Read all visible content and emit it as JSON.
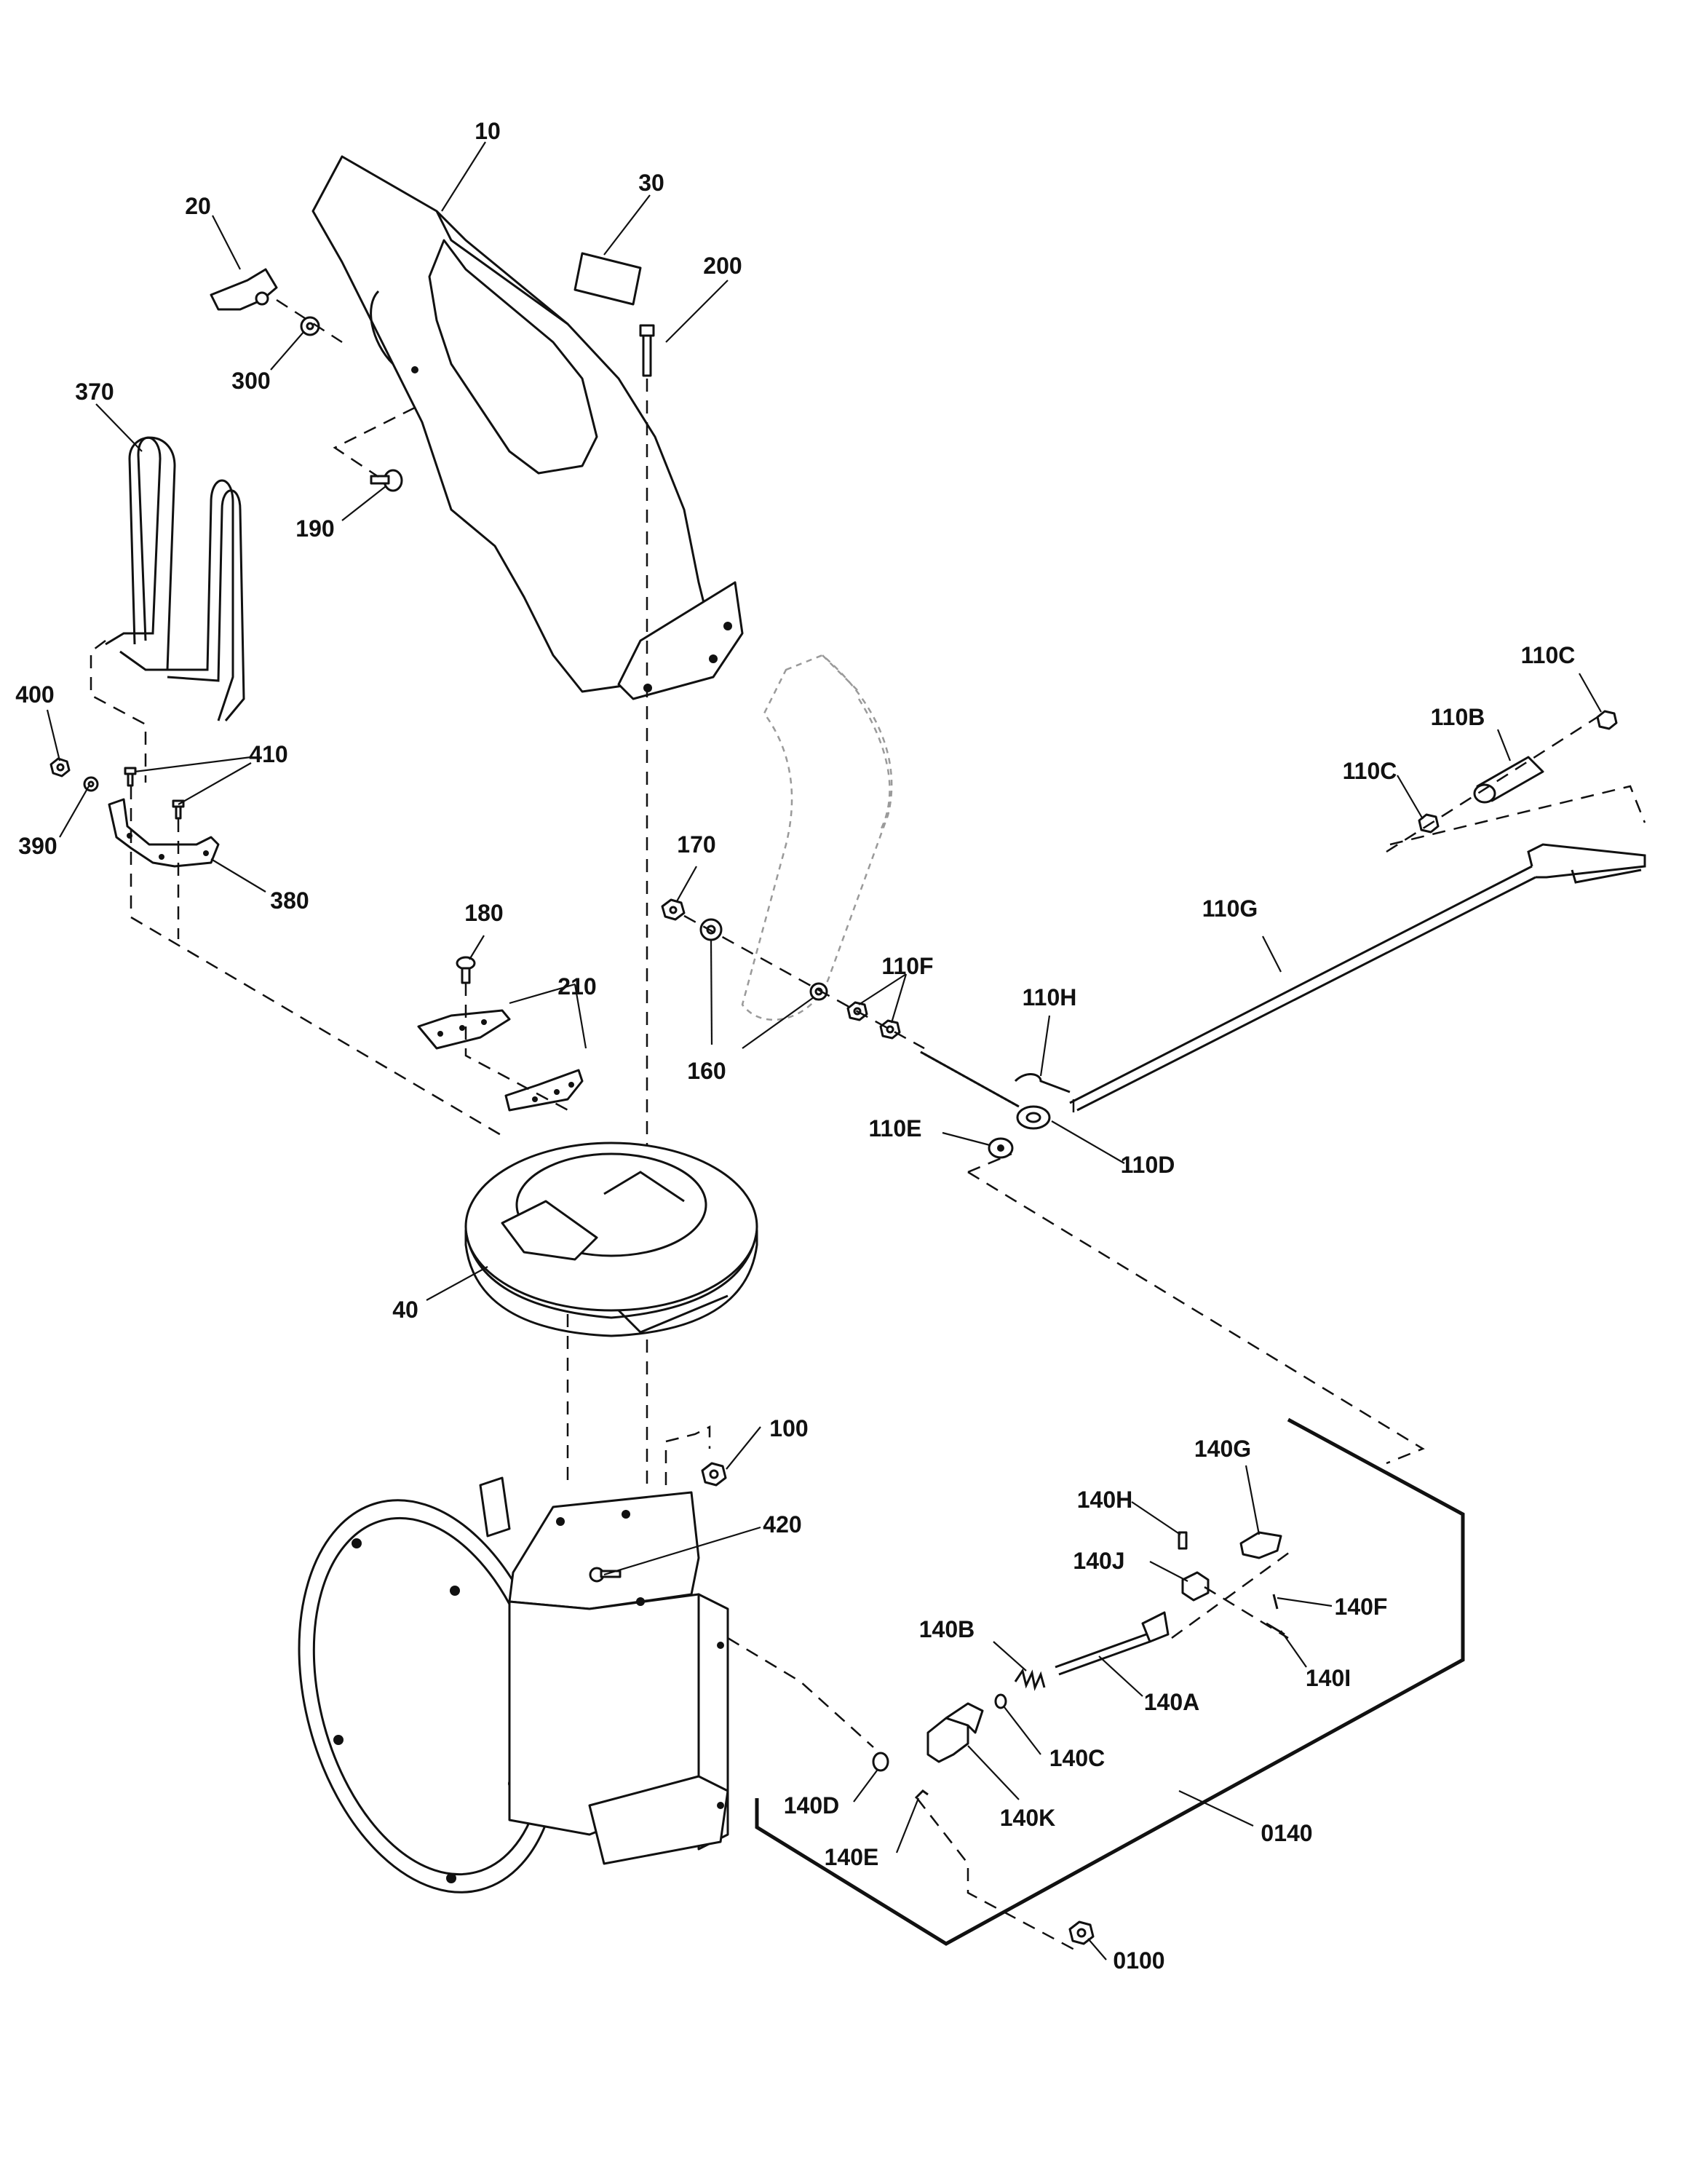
{
  "diagram": {
    "type": "exploded-parts-diagram",
    "colors": {
      "line": "#111111",
      "background": "#ffffff",
      "ghost": "#9a9a9a"
    },
    "callouts": {
      "c10": "10",
      "c20": "20",
      "c30": "30",
      "c200": "200",
      "c300": "300",
      "c370": "370",
      "c190": "190",
      "c400": "400",
      "c410": "410",
      "c390": "390",
      "c380": "380",
      "c180": "180",
      "c210": "210",
      "c40": "40",
      "c170": "170",
      "c160": "160",
      "c110F": "110F",
      "c110H": "110H",
      "c110E": "110E",
      "c110D": "110D",
      "c110G": "110G",
      "c110C_top": "110C",
      "c110B": "110B",
      "c110C_mid": "110C",
      "c100": "100",
      "c420": "420",
      "c140G": "140G",
      "c140H": "140H",
      "c140J": "140J",
      "c140F": "140F",
      "c140B": "140B",
      "c140A": "140A",
      "c140I": "140I",
      "c140C": "140C",
      "c140D": "140D",
      "c140K": "140K",
      "c140E": "140E",
      "c0140": "0140",
      "c0100": "0100"
    }
  }
}
